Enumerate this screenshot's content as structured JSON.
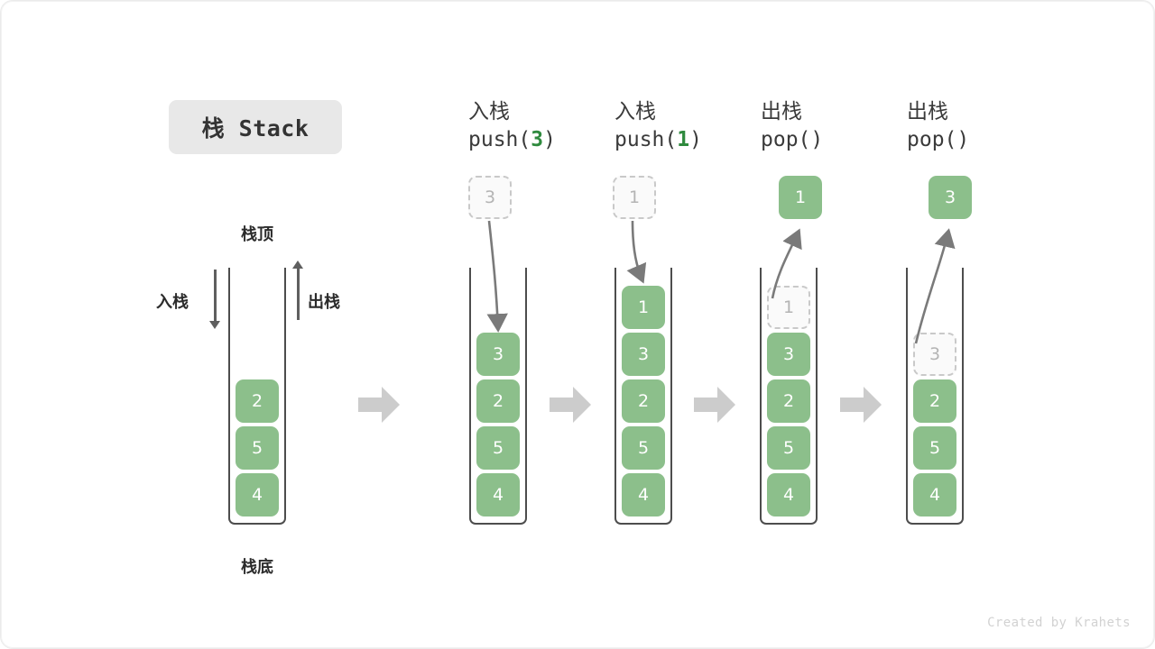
{
  "figure": {
    "title": "栈 Stack",
    "credit": "Created by Krahets",
    "colors": {
      "cell_green": "#8cbf8b",
      "ghost_border": "#c9c9c9",
      "ghost_text": "#b4b4b4",
      "container_border": "#4d4d4d",
      "arrow_gray": "#7a7a7a",
      "step_arrow_gray": "#cccccc",
      "title_chip_bg": "#e8e8e8",
      "arg_green": "#2f8a3e"
    }
  },
  "labels": {
    "stack_top": "栈顶",
    "stack_bottom": "栈底",
    "push_direction": "入栈",
    "pop_direction": "出栈"
  },
  "columns": [
    {
      "id": "initial",
      "cn": "",
      "code": "",
      "code_arg": "",
      "cells": [
        "2",
        "5",
        "4"
      ],
      "ghost_index": -1,
      "float_box": null
    },
    {
      "id": "push-3",
      "cn": "入栈",
      "code_prefix": "push(",
      "code_arg": "3",
      "code_suffix": ")",
      "cells": [
        "3",
        "2",
        "5",
        "4"
      ],
      "ghost_index": -1,
      "float_box": {
        "value": "3",
        "style": "ghost"
      }
    },
    {
      "id": "push-1",
      "cn": "入栈",
      "code_prefix": "push(",
      "code_arg": "1",
      "code_suffix": ")",
      "cells": [
        "1",
        "3",
        "2",
        "5",
        "4"
      ],
      "ghost_index": -1,
      "float_box": {
        "value": "1",
        "style": "ghost"
      }
    },
    {
      "id": "pop-1",
      "cn": "出栈",
      "code_prefix": "pop(",
      "code_arg": "",
      "code_suffix": ")",
      "cells": [
        "1",
        "3",
        "2",
        "5",
        "4"
      ],
      "ghost_index": 0,
      "float_box": {
        "value": "1",
        "style": "solid"
      }
    },
    {
      "id": "pop-3",
      "cn": "出栈",
      "code_prefix": "pop(",
      "code_arg": "",
      "code_suffix": ")",
      "cells": [
        "3",
        "2",
        "5",
        "4"
      ],
      "ghost_index": 0,
      "float_box": {
        "value": "3",
        "style": "solid"
      }
    }
  ],
  "cells": {
    "s0": [
      "2",
      "5",
      "4"
    ],
    "s1": [
      "3",
      "2",
      "5",
      "4"
    ],
    "s2": [
      "1",
      "3",
      "2",
      "5",
      "4"
    ],
    "s3": [
      "1",
      "3",
      "2",
      "5",
      "4"
    ],
    "s4": [
      "3",
      "2",
      "5",
      "4"
    ]
  },
  "headers": {
    "h1_cn": "入栈",
    "h1_pre": "push(",
    "h1_arg": "3",
    "h1_post": ")",
    "h2_cn": "入栈",
    "h2_pre": "push(",
    "h2_arg": "1",
    "h2_post": ")",
    "h3_cn": "出栈",
    "h3_pre": "pop(",
    "h3_arg": "",
    "h3_post": ")",
    "h4_cn": "出栈",
    "h4_pre": "pop(",
    "h4_arg": "",
    "h4_post": ")"
  },
  "floats": {
    "f1": "3",
    "f2": "1",
    "f3": "1",
    "f4": "3"
  }
}
